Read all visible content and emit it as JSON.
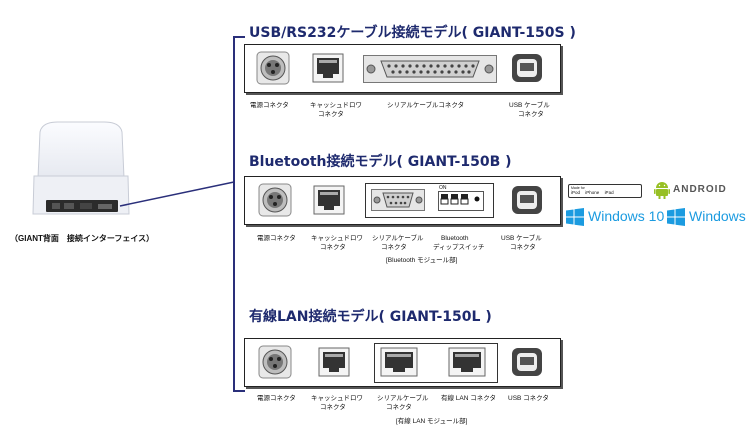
{
  "printer": {
    "caption": "（GIANT背面　接続インターフェイス）"
  },
  "models": [
    {
      "title": "USB/RS232ケーブル接続モデル( GIANT-150S )",
      "labels": [
        "電源コネクタ",
        "キャッシュドロワ",
        "コネクタ",
        "シリアルケーブルコネクタ",
        "USB ケーブル",
        "コネクタ"
      ]
    },
    {
      "title": "Bluetooth接続モデル( GIANT-150B )",
      "labels": [
        "電源コネクタ",
        "キャッシュドロワ",
        "コネクタ",
        "シリアルケーブル",
        "コネクタ",
        "Bluetooth",
        "ディップスイッチ",
        "USB ケーブル",
        "コネクタ"
      ],
      "module_note": "[Bluetooth モジュール部]"
    },
    {
      "title": "有線LAN接続モデル( GIANT-150L )",
      "labels": [
        "電源コネクタ",
        "キャッシュドロワ",
        "コネクタ",
        "シリアルケーブル",
        "コネクタ",
        "有線 LAN コネクタ",
        "USB コネクタ"
      ],
      "module_note": "[有線 LAN モジュール部]"
    }
  ],
  "compat": {
    "made_for": "Made for",
    "apple": [
      "iPod",
      "iPhone",
      "iPad"
    ],
    "android": "ANDROID",
    "win10": "Windows 10",
    "win": "Windows"
  },
  "dip_on": "ON",
  "colors": {
    "title": "#1e2a6e",
    "bracket": "#2a2f7a",
    "android": "#97c024",
    "windows": "#1b9be0"
  }
}
